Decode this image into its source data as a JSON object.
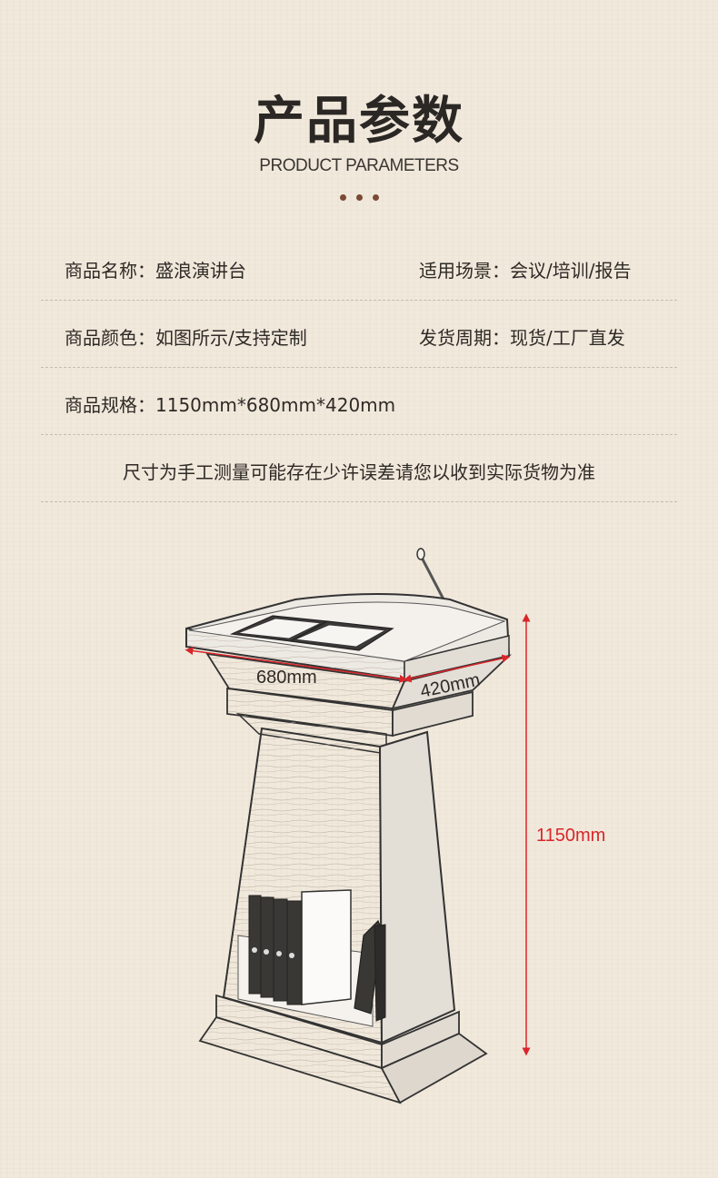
{
  "header": {
    "title": "产品参数",
    "subtitle": "PRODUCT PARAMETERS"
  },
  "params": [
    {
      "left": "商品名称：盛浪演讲台",
      "right": "适用场景：会议/培训/报告"
    },
    {
      "left": "商品颜色：如图所示/支持定制",
      "right": "发货周期：现货/工厂直发"
    },
    {
      "left": "商品规格：1150mm*680mm*420mm",
      "right": ""
    }
  ],
  "note": "尺寸为手工测量可能存在少许误差请您以收到实际货物为准",
  "dimensions": {
    "width": "680mm",
    "depth": "420mm",
    "height": "1150mm"
  },
  "colors": {
    "background": "#f1e9dc",
    "accent_dot": "#7a4a35",
    "dimension_red": "#d8262a"
  }
}
